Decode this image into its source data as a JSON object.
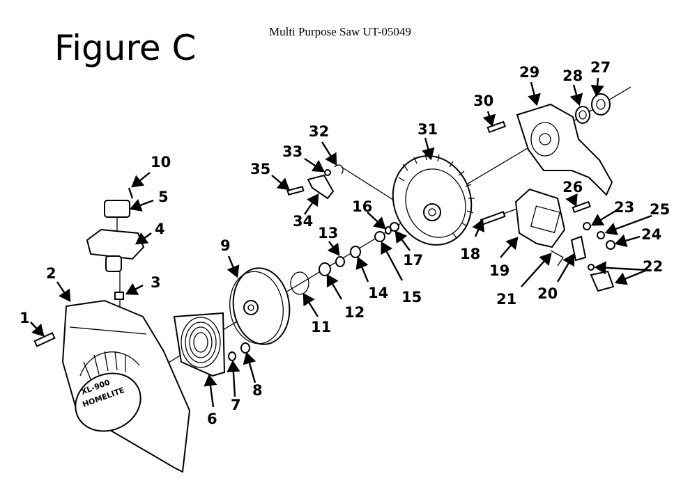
{
  "header": {
    "figure_label": "Figure C",
    "title": "Multi Purpose Saw UT-05049"
  },
  "starter_cover_text": {
    "line1": "XL-900",
    "line2": "HOMELITE"
  },
  "callouts": [
    "1",
    "2",
    "3",
    "4",
    "5",
    "6",
    "7",
    "8",
    "9",
    "10",
    "11",
    "12",
    "13",
    "14",
    "15",
    "16",
    "17",
    "18",
    "19",
    "20",
    "21",
    "22",
    "23",
    "24",
    "25",
    "26",
    "27",
    "28",
    "29",
    "30",
    "31",
    "32",
    "33",
    "34",
    "35"
  ]
}
